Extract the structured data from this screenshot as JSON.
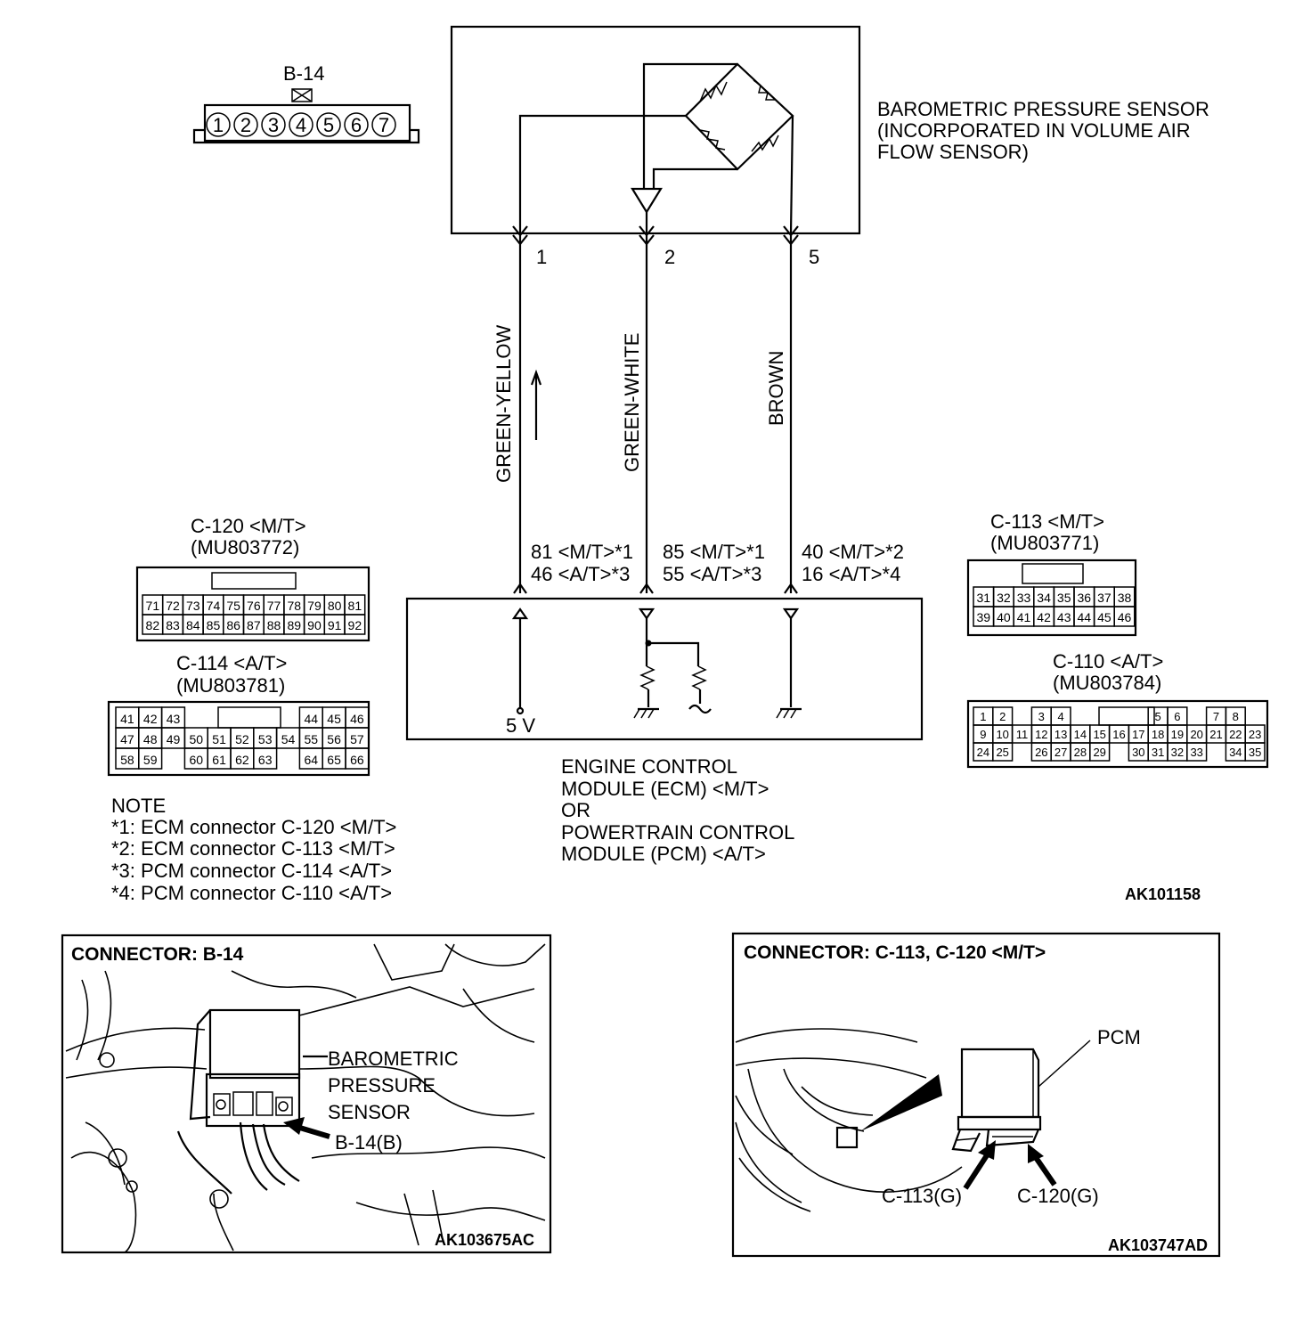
{
  "sensor": {
    "title_lines": [
      "BAROMETRIC PRESSURE SENSOR",
      "(INCORPORATED IN VOLUME AIR",
      "FLOW SENSOR)"
    ],
    "pins": [
      "1",
      "2",
      "5"
    ]
  },
  "wires": [
    {
      "color_name": "GREEN-YELLOW",
      "ecm_lines": [
        "81 <M/T>*1",
        "46 <A/T>*3"
      ]
    },
    {
      "color_name": "GREEN-WHITE",
      "ecm_lines": [
        "85 <M/T>*1",
        "55 <A/T>*3"
      ]
    },
    {
      "color_name": "BROWN",
      "ecm_lines": [
        "40 <M/T>*2",
        "16 <A/T>*4"
      ]
    }
  ],
  "module": {
    "supply_label": "5 V",
    "title_lines": [
      "ENGINE CONTROL",
      "MODULE (ECM) <M/T>",
      "OR",
      "POWERTRAIN CONTROL",
      "MODULE (PCM) <A/T>"
    ]
  },
  "connectors": {
    "b14": {
      "label": "B-14",
      "pins": [
        "1",
        "2",
        "3",
        "4",
        "5",
        "6",
        "7"
      ]
    },
    "c120": {
      "title": "C-120 <M/T>",
      "part": "(MU803772)",
      "row1": [
        "71",
        "72",
        "73",
        "74",
        "75",
        "76",
        "77",
        "78",
        "79",
        "80",
        "81"
      ],
      "row2": [
        "82",
        "83",
        "84",
        "85",
        "86",
        "87",
        "88",
        "89",
        "90",
        "91",
        "92"
      ]
    },
    "c114": {
      "title": "C-114 <A/T>",
      "part": "(MU803781)",
      "row1": [
        "41",
        "42",
        "43",
        "",
        "",
        "",
        "",
        "",
        "44",
        "45",
        "46"
      ],
      "row2": [
        "47",
        "48",
        "49",
        "50",
        "51",
        "52",
        "53",
        "54",
        "55",
        "56",
        "57"
      ],
      "row3": [
        "58",
        "59",
        "",
        "60",
        "61",
        "62",
        "63",
        "",
        "64",
        "65",
        "66"
      ]
    },
    "c113": {
      "title": "C-113 <M/T>",
      "part": "(MU803771)",
      "row1": [
        "31",
        "32",
        "33",
        "34",
        "35",
        "36",
        "37",
        "38"
      ],
      "row2": [
        "39",
        "40",
        "41",
        "42",
        "43",
        "44",
        "45",
        "46"
      ]
    },
    "c110": {
      "title": "C-110 <A/T>",
      "part": "(MU803784)",
      "row1": [
        "1",
        "2",
        "",
        "3",
        "4",
        "",
        "",
        "",
        "",
        "5",
        "6",
        "",
        "7",
        "8"
      ],
      "row2": [
        "9",
        "10",
        "11",
        "12",
        "13",
        "14",
        "15",
        "16",
        "17",
        "18",
        "19",
        "20",
        "21",
        "22",
        "23"
      ],
      "row3": [
        "24",
        "25",
        "",
        "26",
        "27",
        "28",
        "29",
        "",
        "30",
        "31",
        "32",
        "33",
        "",
        "34",
        "35"
      ]
    }
  },
  "note": {
    "heading": "NOTE",
    "lines": [
      "*1: ECM connector C-120 <M/T>",
      "*2: ECM connector C-113 <M/T>",
      "*3: PCM connector C-114 <A/T>",
      "*4: PCM connector C-110 <A/T>"
    ]
  },
  "figure_id_main": "AK101158",
  "panel_left": {
    "title": "CONNECTOR: B-14",
    "callout_lines": [
      "BAROMETRIC",
      "PRESSURE",
      "SENSOR"
    ],
    "connector_label": "B-14(B)",
    "figure_id": "AK103675AC"
  },
  "panel_right": {
    "title": "CONNECTOR: C-113, C-120 <M/T>",
    "pcm_label": "PCM",
    "label_c113": "C-113(G)",
    "label_c120": "C-120(G)",
    "figure_id": "AK103747AD"
  }
}
